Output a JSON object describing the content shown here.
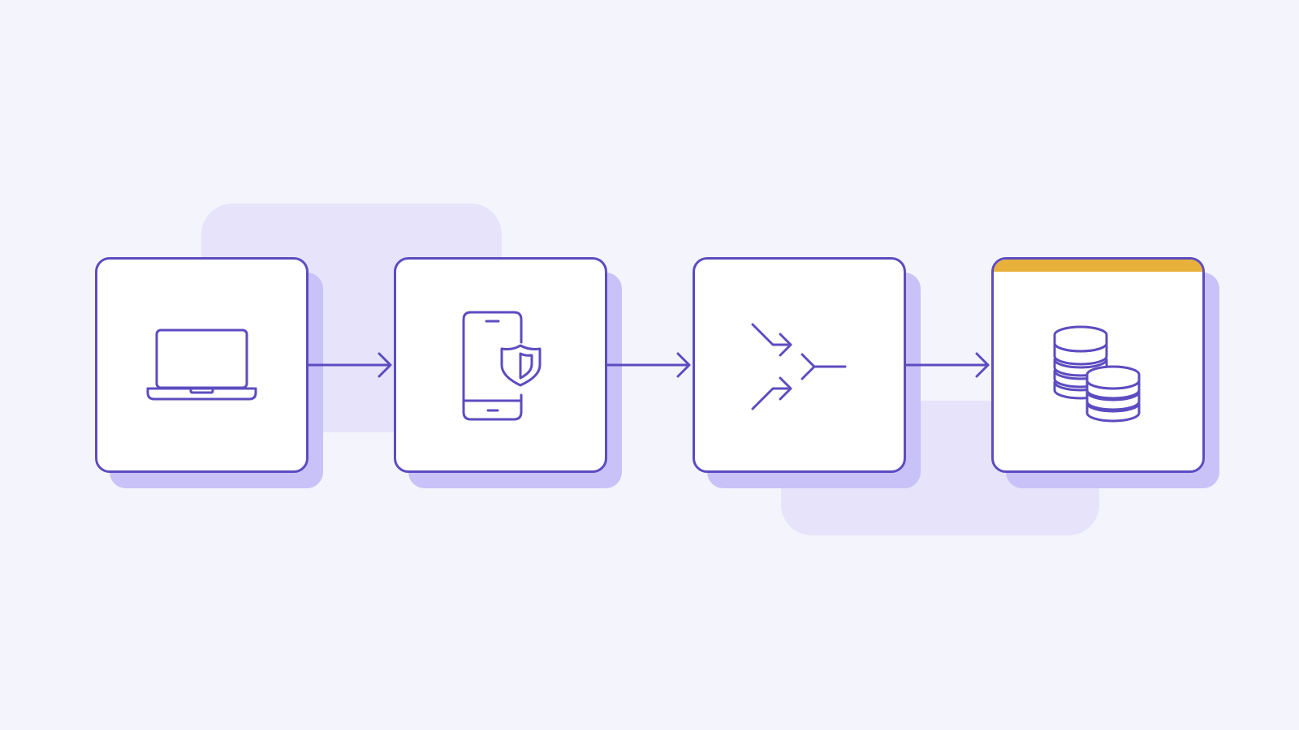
{
  "colors": {
    "background": "#f4f4fc",
    "panel": "#e6e3fa",
    "card_shadow": "#c8c2f8",
    "stroke": "#5c4cc0",
    "accent": "#e8b13c"
  },
  "steps": [
    {
      "icon": "laptop-icon"
    },
    {
      "icon": "phone-shield-icon"
    },
    {
      "icon": "merge-arrows-icon"
    },
    {
      "icon": "coin-stacks-icon",
      "highlight": "accent"
    }
  ],
  "connectors": [
    {
      "from": 0,
      "to": 1,
      "icon": "arrow-right-icon"
    },
    {
      "from": 1,
      "to": 2,
      "icon": "arrow-right-icon"
    },
    {
      "from": 2,
      "to": 3,
      "icon": "arrow-right-icon"
    }
  ]
}
